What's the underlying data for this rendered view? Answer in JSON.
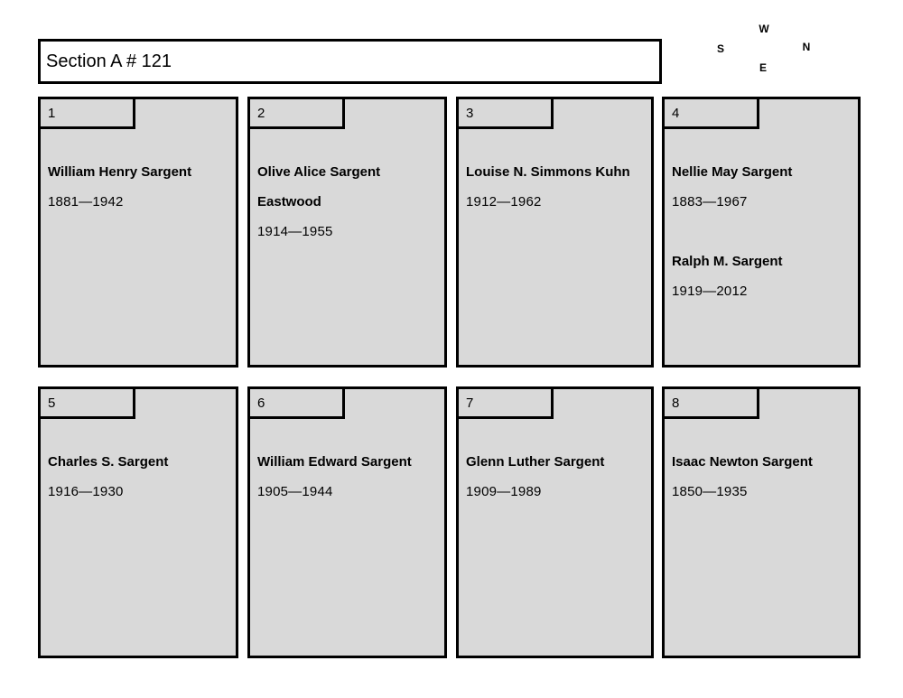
{
  "title": "Section A # 121",
  "compass": {
    "top": "W",
    "left": "S",
    "right": "N",
    "bottom": "E"
  },
  "colors": {
    "plot_fill": "#d9d9d9",
    "border": "#000000",
    "page_background": "#ffffff"
  },
  "plots": [
    {
      "number": "1",
      "lines": [
        {
          "text": "William Henry Sargent",
          "kind": "name"
        },
        {
          "text": "1881—1942",
          "kind": "dates"
        }
      ]
    },
    {
      "number": "2",
      "lines": [
        {
          "text": "Olive Alice Sargent",
          "kind": "name"
        },
        {
          "text": "Eastwood",
          "kind": "name"
        },
        {
          "text": "1914—1955",
          "kind": "dates"
        }
      ]
    },
    {
      "number": "3",
      "lines": [
        {
          "text": "Louise N. Simmons Kuhn",
          "kind": "name"
        },
        {
          "text": "1912—1962",
          "kind": "dates"
        }
      ]
    },
    {
      "number": "4",
      "lines": [
        {
          "text": "Nellie May Sargent",
          "kind": "name"
        },
        {
          "text": "1883—1967",
          "kind": "dates"
        },
        {
          "text": "",
          "kind": "blank"
        },
        {
          "text": "Ralph M. Sargent",
          "kind": "name"
        },
        {
          "text": "1919—2012",
          "kind": "dates"
        }
      ]
    },
    {
      "number": "5",
      "lines": [
        {
          "text": "Charles S. Sargent",
          "kind": "name"
        },
        {
          "text": "1916—1930",
          "kind": "dates"
        }
      ]
    },
    {
      "number": "6",
      "lines": [
        {
          "text": "William Edward Sargent",
          "kind": "name"
        },
        {
          "text": "1905—1944",
          "kind": "dates"
        }
      ]
    },
    {
      "number": "7",
      "lines": [
        {
          "text": "Glenn Luther Sargent",
          "kind": "name"
        },
        {
          "text": "1909—1989",
          "kind": "dates"
        }
      ]
    },
    {
      "number": "8",
      "lines": [
        {
          "text": "Isaac Newton Sargent",
          "kind": "name"
        },
        {
          "text": "1850—1935",
          "kind": "dates"
        }
      ]
    }
  ]
}
